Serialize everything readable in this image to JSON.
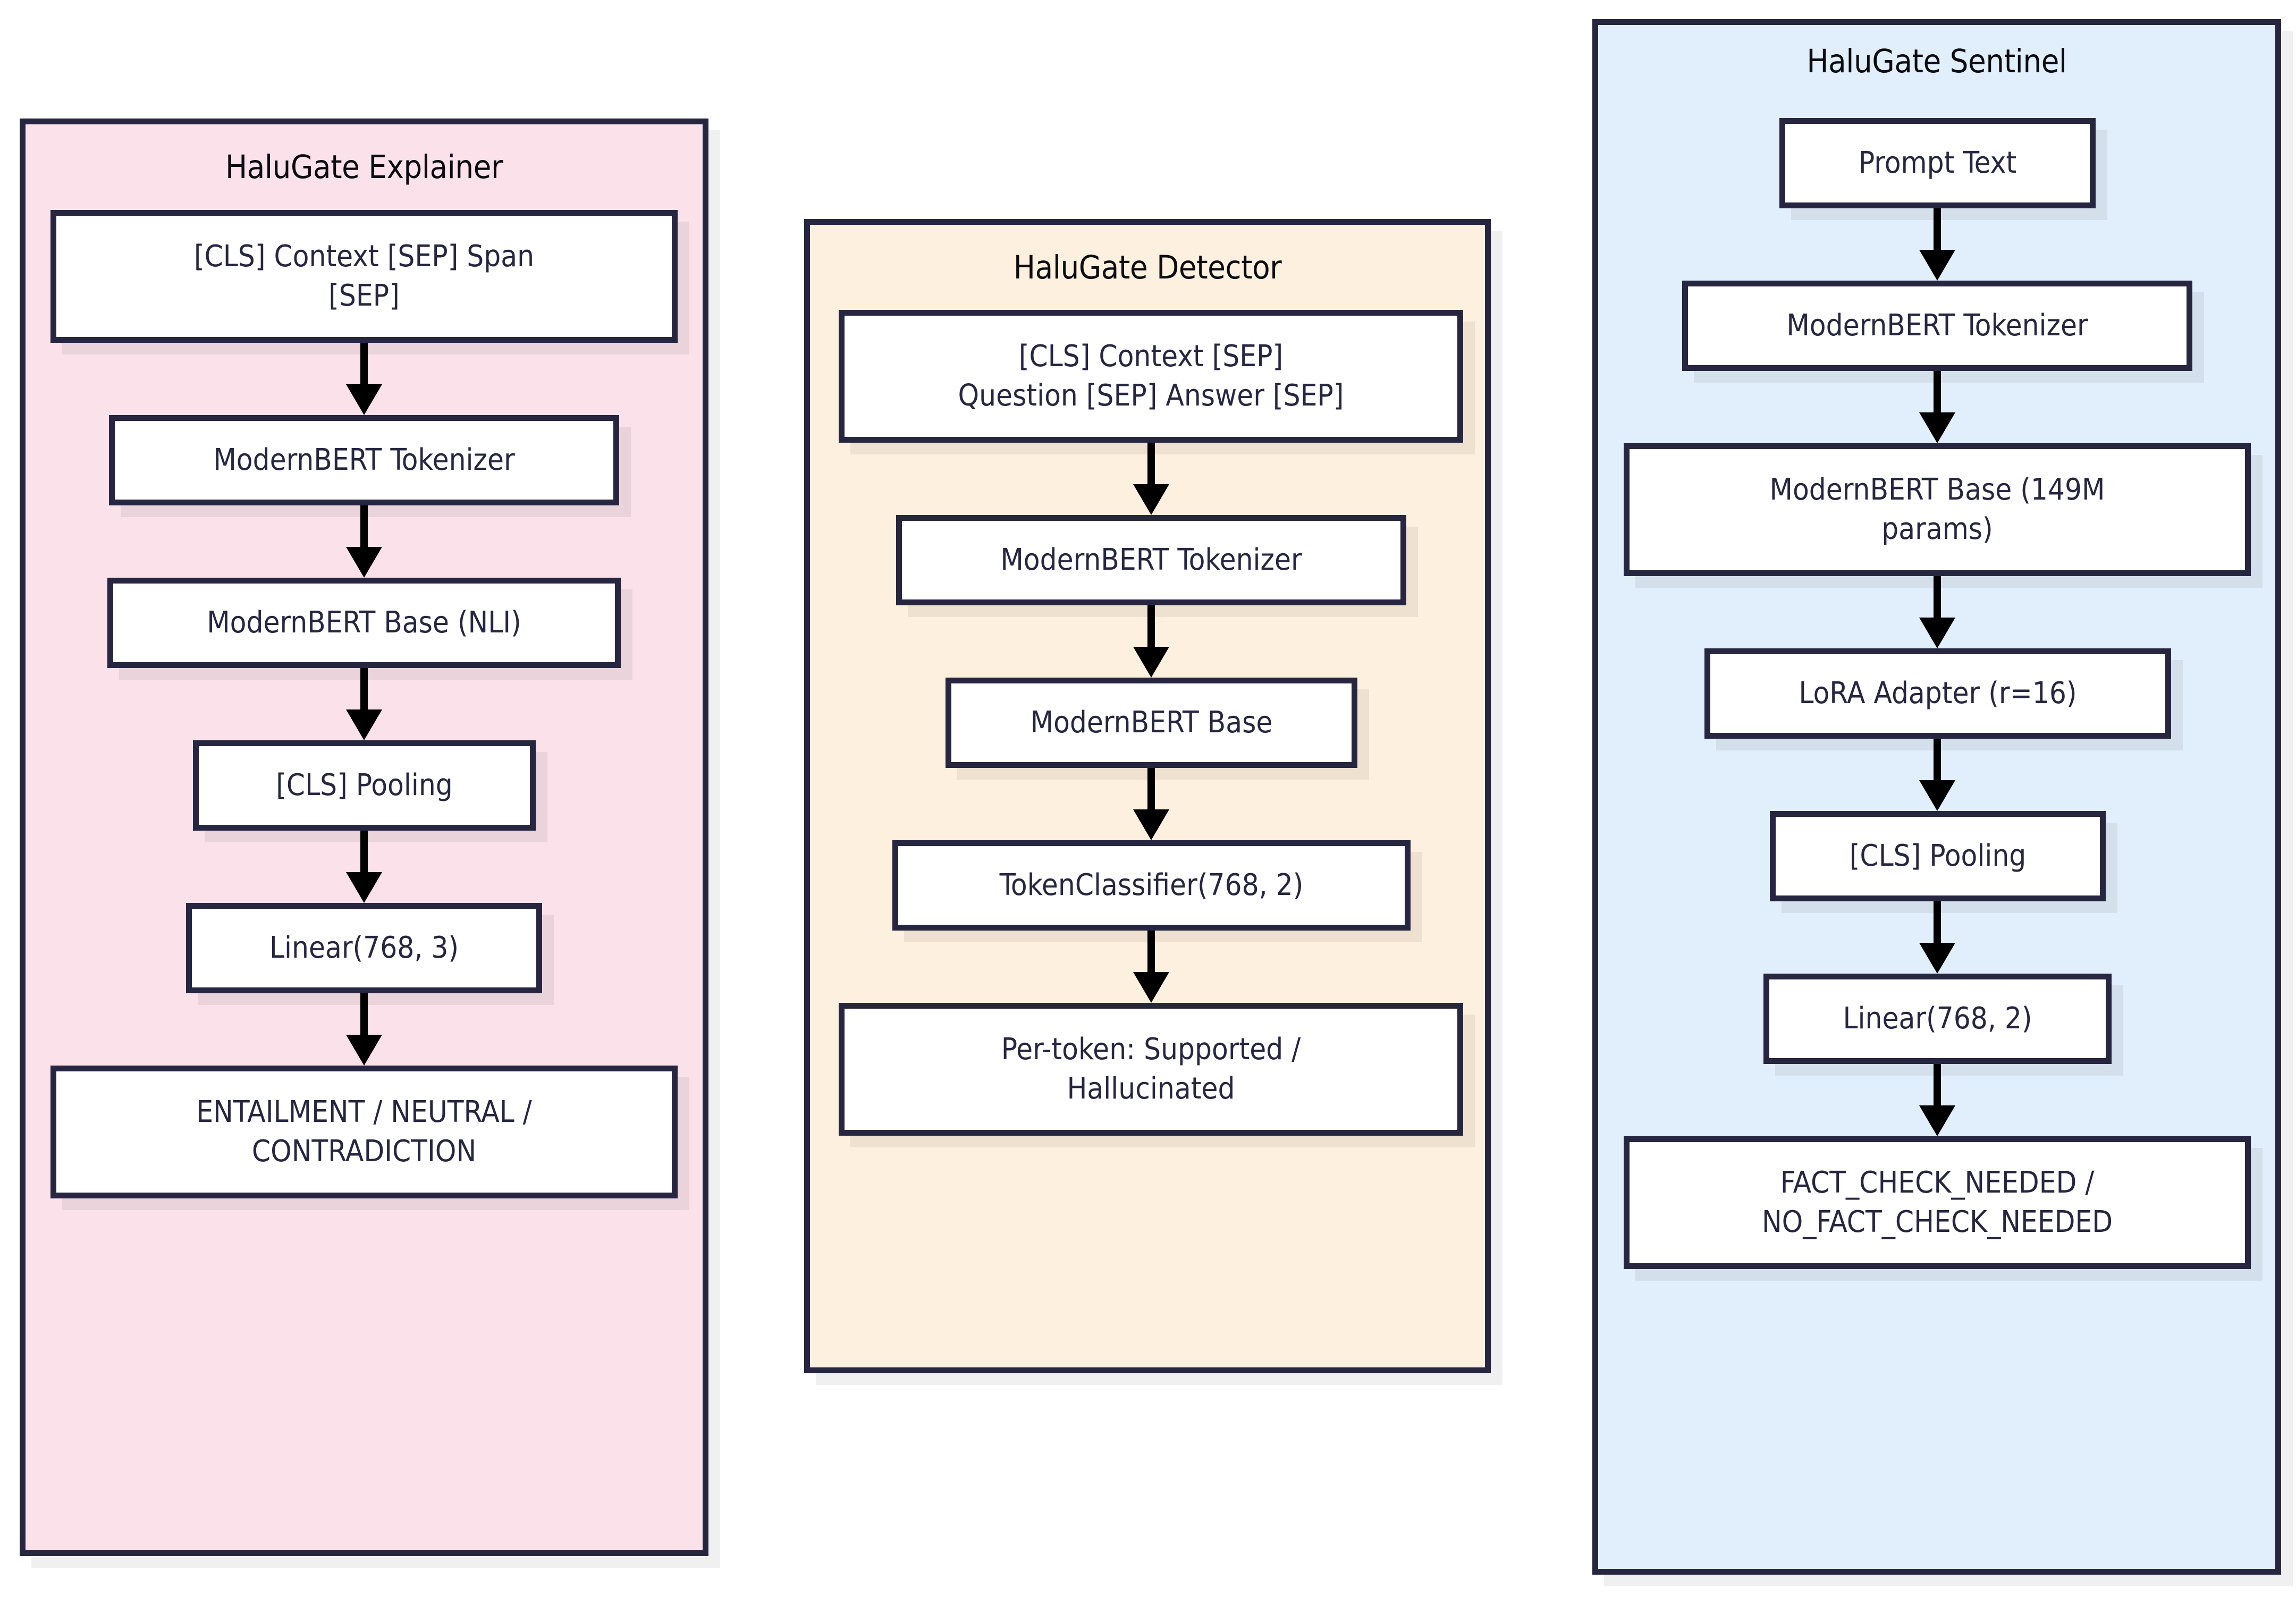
{
  "diagram": {
    "type": "flowchart",
    "direction": "top-to-bottom",
    "clusters": [
      {
        "id": "explainer",
        "title": "HaluGate Explainer",
        "fill": "#fae1ea",
        "border": "#262640",
        "nodes": [
          {
            "id": "e1",
            "label_line1": "[CLS] Context [SEP] Span",
            "label_line2": "[SEP]"
          },
          {
            "id": "e2",
            "label_line1": "ModernBERT Tokenizer",
            "label_line2": ""
          },
          {
            "id": "e3",
            "label_line1": "ModernBERT Base (NLI)",
            "label_line2": ""
          },
          {
            "id": "e4",
            "label_line1": "[CLS] Pooling",
            "label_line2": ""
          },
          {
            "id": "e5",
            "label_line1": "Linear(768, 3)",
            "label_line2": ""
          },
          {
            "id": "e6",
            "label_line1": "ENTAILMENT / NEUTRAL /",
            "label_line2": "CONTRADICTION"
          }
        ],
        "edges": [
          {
            "from": "e1",
            "to": "e2"
          },
          {
            "from": "e2",
            "to": "e3"
          },
          {
            "from": "e3",
            "to": "e4"
          },
          {
            "from": "e4",
            "to": "e5"
          },
          {
            "from": "e5",
            "to": "e6"
          }
        ]
      },
      {
        "id": "detector",
        "title": "HaluGate Detector",
        "fill": "#fdf0de",
        "border": "#262640",
        "nodes": [
          {
            "id": "d1",
            "label_line1": "[CLS] Context [SEP]",
            "label_line2": "Question [SEP] Answer [SEP]"
          },
          {
            "id": "d2",
            "label_line1": "ModernBERT Tokenizer",
            "label_line2": ""
          },
          {
            "id": "d3",
            "label_line1": "ModernBERT Base",
            "label_line2": ""
          },
          {
            "id": "d4",
            "label_line1": "TokenClassifier(768, 2)",
            "label_line2": ""
          },
          {
            "id": "d5",
            "label_line1": "Per-token: Supported /",
            "label_line2": "Hallucinated"
          }
        ],
        "edges": [
          {
            "from": "d1",
            "to": "d2"
          },
          {
            "from": "d2",
            "to": "d3"
          },
          {
            "from": "d3",
            "to": "d4"
          },
          {
            "from": "d4",
            "to": "d5"
          }
        ]
      },
      {
        "id": "sentinel",
        "title": "HaluGate Sentinel",
        "fill": "#e1eefb",
        "border": "#262640",
        "nodes": [
          {
            "id": "s1",
            "label_line1": "Prompt Text",
            "label_line2": ""
          },
          {
            "id": "s2",
            "label_line1": "ModernBERT Tokenizer",
            "label_line2": ""
          },
          {
            "id": "s3",
            "label_line1": "ModernBERT Base (149M",
            "label_line2": "params)"
          },
          {
            "id": "s4",
            "label_line1": "LoRA Adapter (r=16)",
            "label_line2": ""
          },
          {
            "id": "s5",
            "label_line1": "[CLS] Pooling",
            "label_line2": ""
          },
          {
            "id": "s6",
            "label_line1": "Linear(768, 2)",
            "label_line2": ""
          },
          {
            "id": "s7",
            "label_line1": "FACT_CHECK_NEEDED /",
            "label_line2": "NO_FACT_CHECK_NEEDED"
          }
        ],
        "edges": [
          {
            "from": "s1",
            "to": "s2"
          },
          {
            "from": "s2",
            "to": "s3"
          },
          {
            "from": "s3",
            "to": "s4"
          },
          {
            "from": "s4",
            "to": "s5"
          },
          {
            "from": "s5",
            "to": "s6"
          },
          {
            "from": "s6",
            "to": "s7"
          }
        ]
      }
    ],
    "colors": {
      "node_fill": "#ffffff",
      "node_border": "#262640",
      "edge": "#000000",
      "title_text": "#0b0b10",
      "node_text": "#262640"
    }
  }
}
